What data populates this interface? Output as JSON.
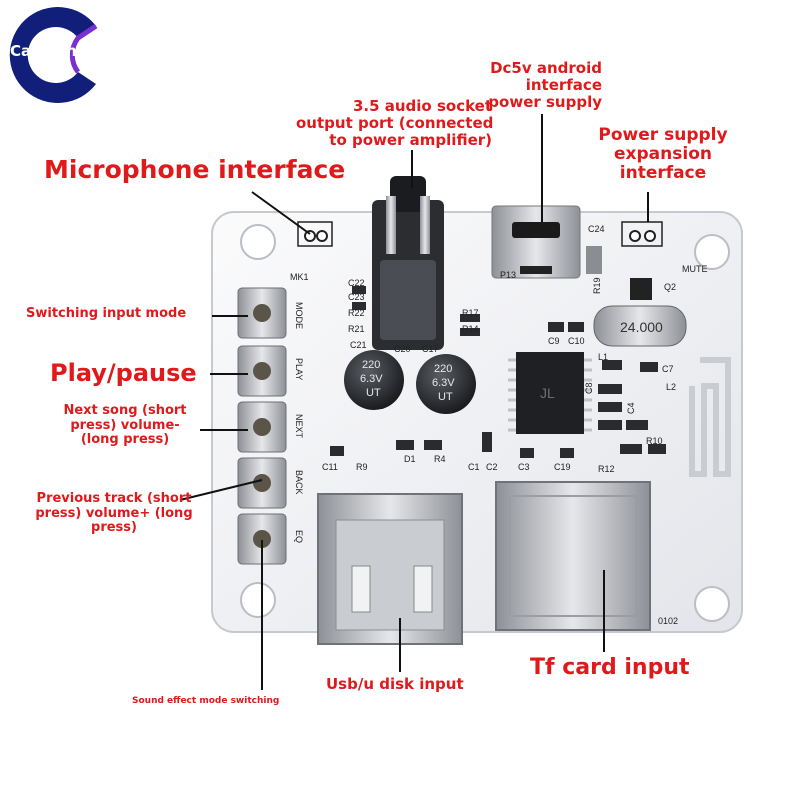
{
  "brand": {
    "name": "Caspian",
    "color_dark": "#121f7a",
    "color_light": "#7a2fd0"
  },
  "colors": {
    "label": "#e0191b",
    "board": "#f3f4f6",
    "line": "#111111"
  },
  "labels": {
    "microphone": "Microphone interface",
    "audio_socket": [
      "3.5 audio socket",
      "output port (connected",
      "to power amplifier)"
    ],
    "dc5v": [
      "Dc5v android",
      "interface",
      "power supply"
    ],
    "power_expansion": [
      "Power supply",
      "expansion",
      "interface"
    ],
    "switch_mode": "Switching input mode",
    "play_pause": "Play/pause",
    "next_song": [
      "Next song (short",
      "press) volume-",
      "(long press)"
    ],
    "prev_track": [
      "Previous track (short",
      "press) volume+ (long",
      "press)"
    ],
    "sound_effect": "Sound effect mode switching",
    "usb": "Usb/u disk input",
    "tf": "Tf card input"
  },
  "silkscreen": {
    "mk1": "MK1",
    "mode": "MODE",
    "play": "PLAY",
    "next": "NEXT",
    "back": "BACK",
    "eq": "EQ",
    "mute": "MUTE",
    "q2": "Q2",
    "c24": "C24",
    "p13": "P13",
    "r19": "R19",
    "c22": "C22",
    "c23": "C23",
    "r22": "R22",
    "r21": "R21",
    "c21": "C21",
    "c20": "C20",
    "c17": "C17",
    "r17": "R17",
    "r14": "R14",
    "c9": "C9",
    "c10": "C10",
    "c7": "C7",
    "l1": "L1",
    "l2": "L2",
    "c8": "C8",
    "c4": "C4",
    "r10": "R10",
    "r12": "R12",
    "c11": "C11",
    "r9": "R9",
    "d1": "D1",
    "r4": "R4",
    "c1": "C1",
    "c2": "C2",
    "c3": "C3",
    "c19": "C19",
    "crystal": "24.000",
    "cap_value": "220",
    "cap_voltage": "6.3V",
    "cap_series": "UT",
    "ic_mark": "JL",
    "code": "0102"
  }
}
